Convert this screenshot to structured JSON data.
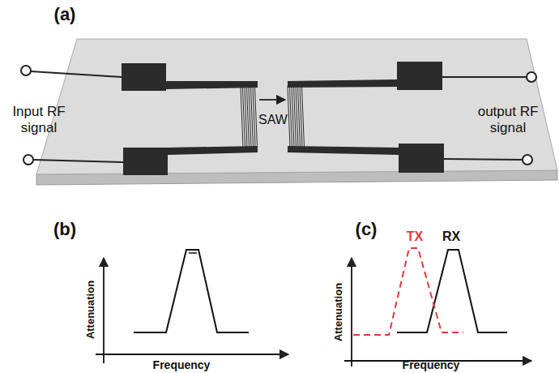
{
  "diagram": {
    "labels": [
      "(a)",
      "Input RF signal",
      "SAW",
      "output RF signal",
      "(b)",
      "Attenuation",
      "Frequency",
      "(c)",
      "TX",
      "RX",
      "Attenuation",
      "Frequency"
    ]
  }
}
